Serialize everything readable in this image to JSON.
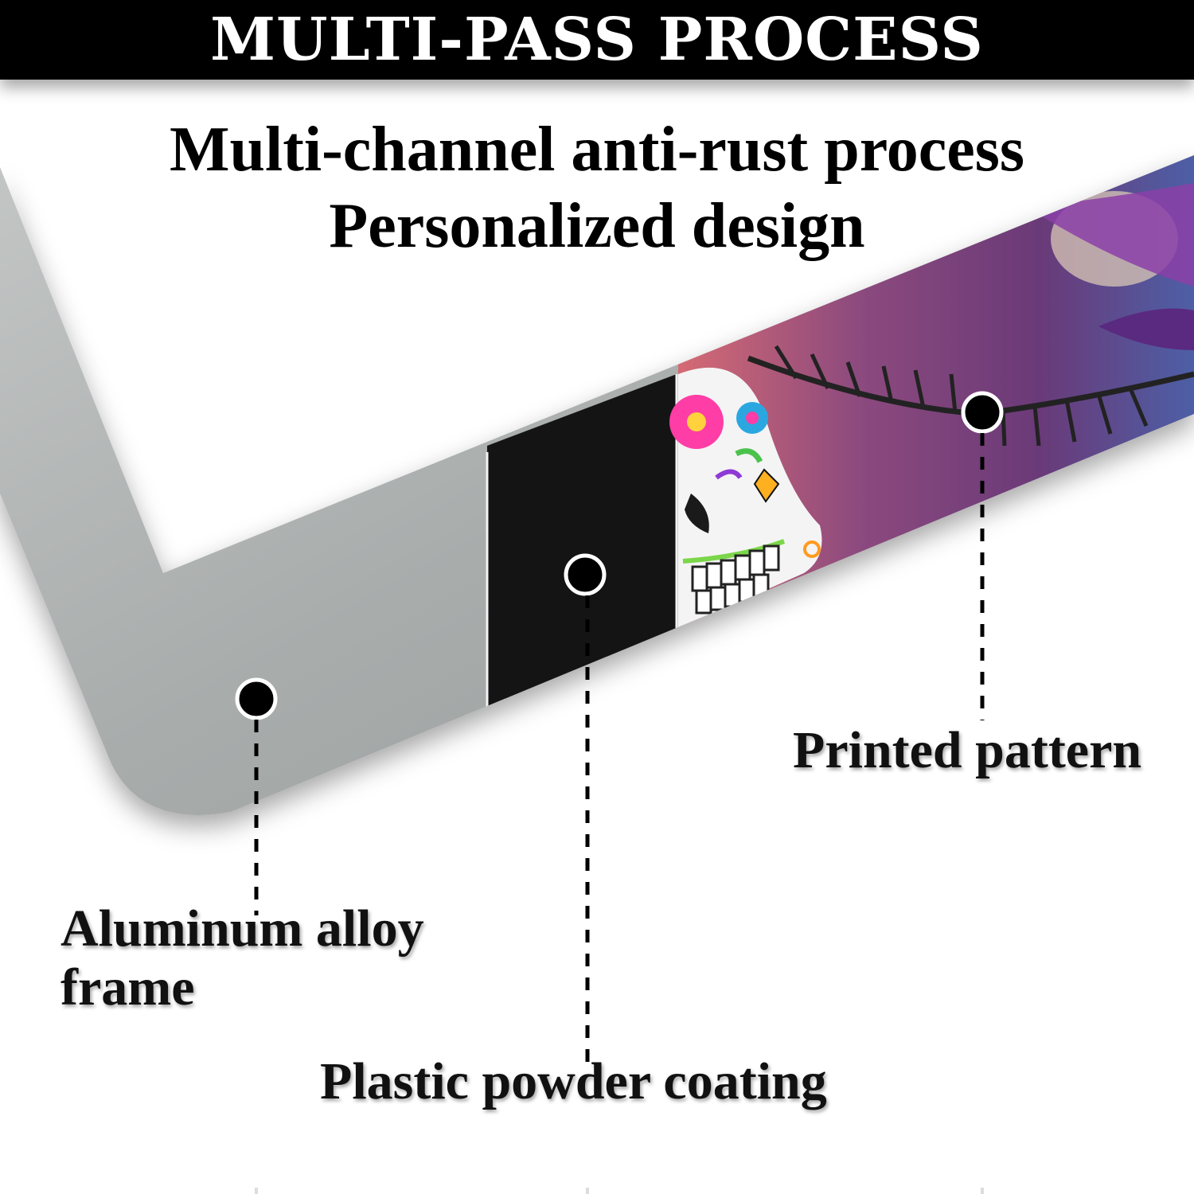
{
  "banner": {
    "title": "MULTI-PASS PROCESS"
  },
  "headline": {
    "line1": "Multi-channel anti-rust process",
    "line2": "Personalized design"
  },
  "callouts": {
    "aluminum_line1": "Aluminum alloy",
    "aluminum_line2": "frame",
    "coating": "Plastic powder coating",
    "pattern": "Printed pattern"
  },
  "colors": {
    "banner_bg": "#000000",
    "metal": "#a9adac",
    "coating": "#111111",
    "print_purple": "#7a3f7a"
  }
}
